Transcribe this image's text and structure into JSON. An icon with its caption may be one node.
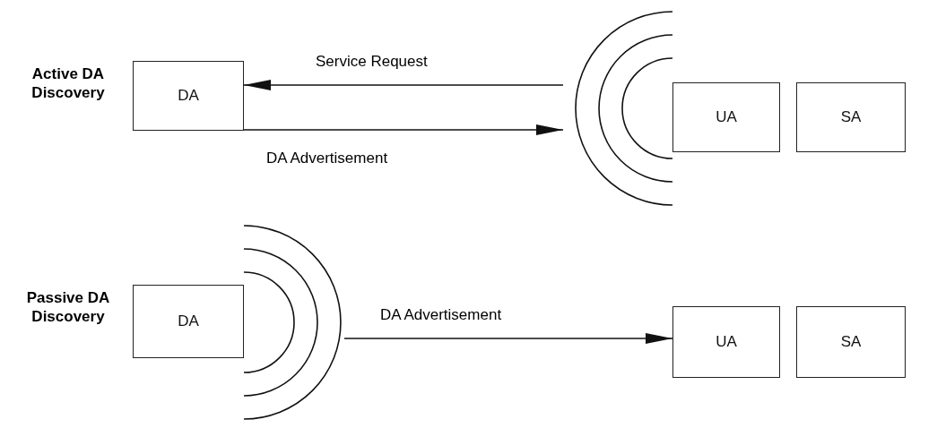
{
  "diagram": {
    "nodes": [
      {
        "text": [
          "DA"
        ]
      },
      {
        "text": [],
        "shape": "arcs"
      },
      {
        "text": [
          "UA"
        ]
      },
      {
        "text": [
          "SA"
        ]
      },
      {
        "text": [
          "DA"
        ]
      },
      {
        "text": [],
        "shape": "arcs"
      },
      {
        "text": [
          "UA"
        ]
      },
      {
        "text": [
          "SA"
        ]
      }
    ],
    "edges": [
      {
        "from": 1,
        "to": 0,
        "arrow": "to",
        "label": "Service Request"
      },
      {
        "from": 0,
        "to": 1,
        "arrow": "to",
        "label": "DA Advertisement"
      },
      {
        "from": 5,
        "to": 6,
        "arrow": "to",
        "label": "DA Advertisement"
      }
    ],
    "labels": [
      "Active DA Discovery",
      "Passive DA Discovery"
    ]
  }
}
